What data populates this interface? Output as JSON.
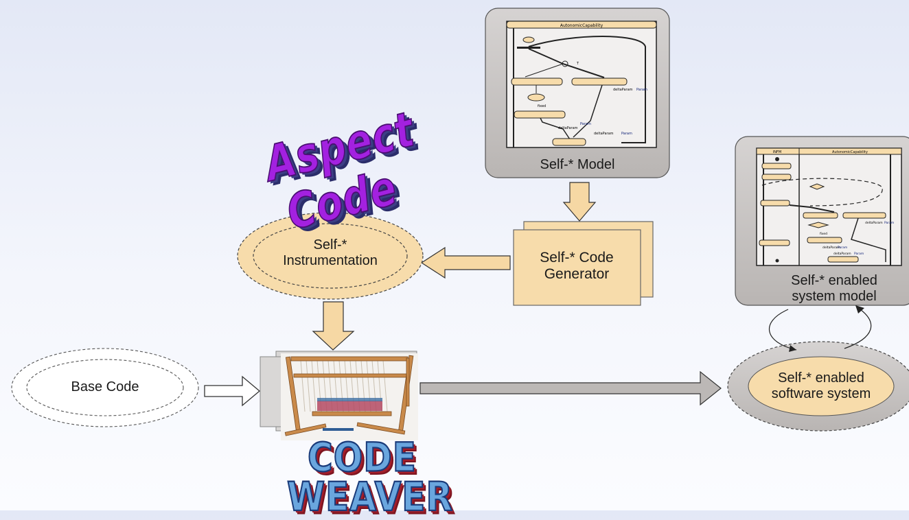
{
  "nodes": {
    "self_model": "Self-* Model",
    "code_generator": "Self-* Code Generator",
    "instrumentation": "Self-* Instrumentation",
    "base_code": "Base Code",
    "enabled_model": "Self-* enabled system model",
    "enabled_system": "Self-* enabled software system"
  },
  "wordart": {
    "aspect_line1": "Aspect",
    "aspect_line2": "Code",
    "weaver_line1": "CODE",
    "weaver_line2": "WEAVER"
  },
  "thumb_model": {
    "title": "AutonomicCapability",
    "labels": [
      "T",
      "deltaParam",
      "Param",
      "fixed",
      "deltaParam",
      "Param",
      "deltaParam",
      "Param"
    ]
  },
  "thumb_enabled": {
    "lane_left": "INFM",
    "lane_right": "AutonomicCapability",
    "labels": [
      "deltaParam",
      "Param",
      "fixed",
      "deltaParam",
      "Param",
      "deltaParam",
      "Param"
    ]
  },
  "colors": {
    "box_gray": "#c9c6c5",
    "node_fill": "#f7dcab",
    "arrow_fill": "#f6d8a4",
    "aspect_text": "#a321e0",
    "weaver_text": "#6aa6de"
  }
}
